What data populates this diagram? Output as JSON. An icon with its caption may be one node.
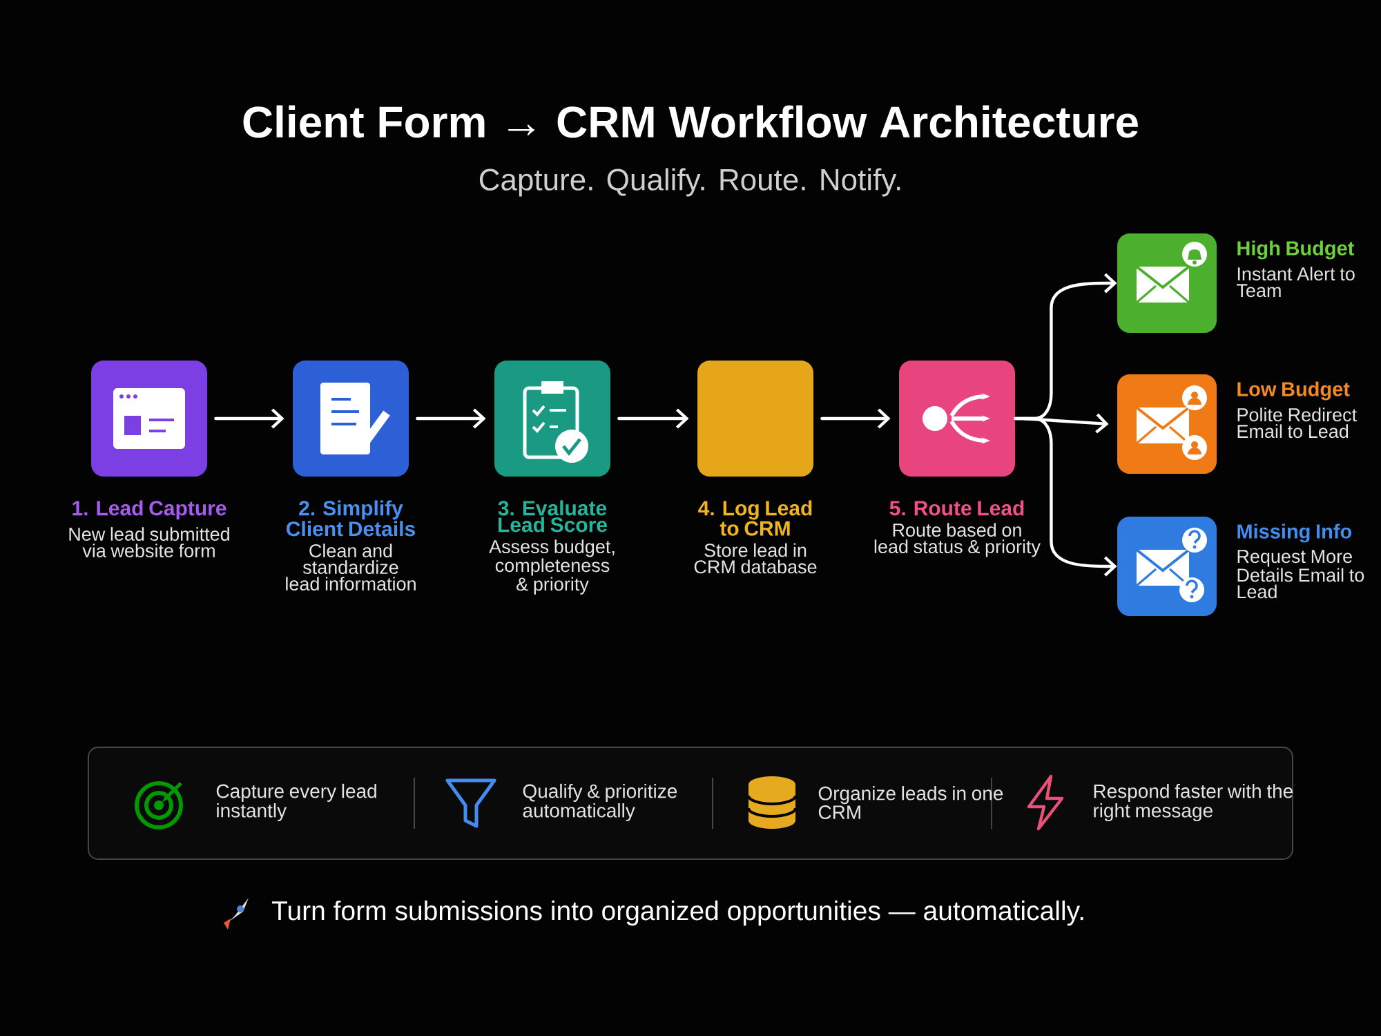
{
  "diagram": {
    "title": "Client Form → CRM Workflow Architecture",
    "caption": "Turn form submissions into organized opportunities — automatically.",
    "nodes": [
      {
        "text": [
          "1. Lead Capture",
          "New lead submitted via website form"
        ]
      },
      {
        "text": [
          "2. Simplify Client Details",
          "Clean and standardize lead information"
        ]
      },
      {
        "text": [
          "3. Evaluate Lead Score",
          "Assess budget, completeness & priority"
        ]
      },
      {
        "text": [
          "4. Log Lead to CRM",
          "Store lead in CRM database"
        ]
      },
      {
        "text": [
          "5. Route Lead",
          "Route based on lead status & priority"
        ]
      },
      {
        "text": [
          "High Budget",
          "Instant Alert to Team"
        ]
      },
      {
        "text": [
          "Low Budget",
          "Polite Redirect Email to Lead"
        ]
      },
      {
        "text": [
          "Missing Info",
          "Request More Details Email to Lead"
        ]
      }
    ],
    "edges": [
      {
        "from": 0,
        "to": 1,
        "arrow": "to"
      },
      {
        "from": 1,
        "to": 2,
        "arrow": "to"
      },
      {
        "from": 2,
        "to": 3,
        "arrow": "to"
      },
      {
        "from": 3,
        "to": 4,
        "arrow": "to"
      },
      {
        "from": 4,
        "to": 5,
        "arrow": "to"
      },
      {
        "from": 4,
        "to": 6,
        "arrow": "to"
      },
      {
        "from": 4,
        "to": 7,
        "arrow": "to"
      }
    ],
    "labels": [
      "Capture. Qualify. Route. Notify.",
      "Capture every lead instantly",
      "Qualify & prioritize automatically",
      "Organize leads in one CRM",
      "Respond faster with the right message"
    ]
  }
}
